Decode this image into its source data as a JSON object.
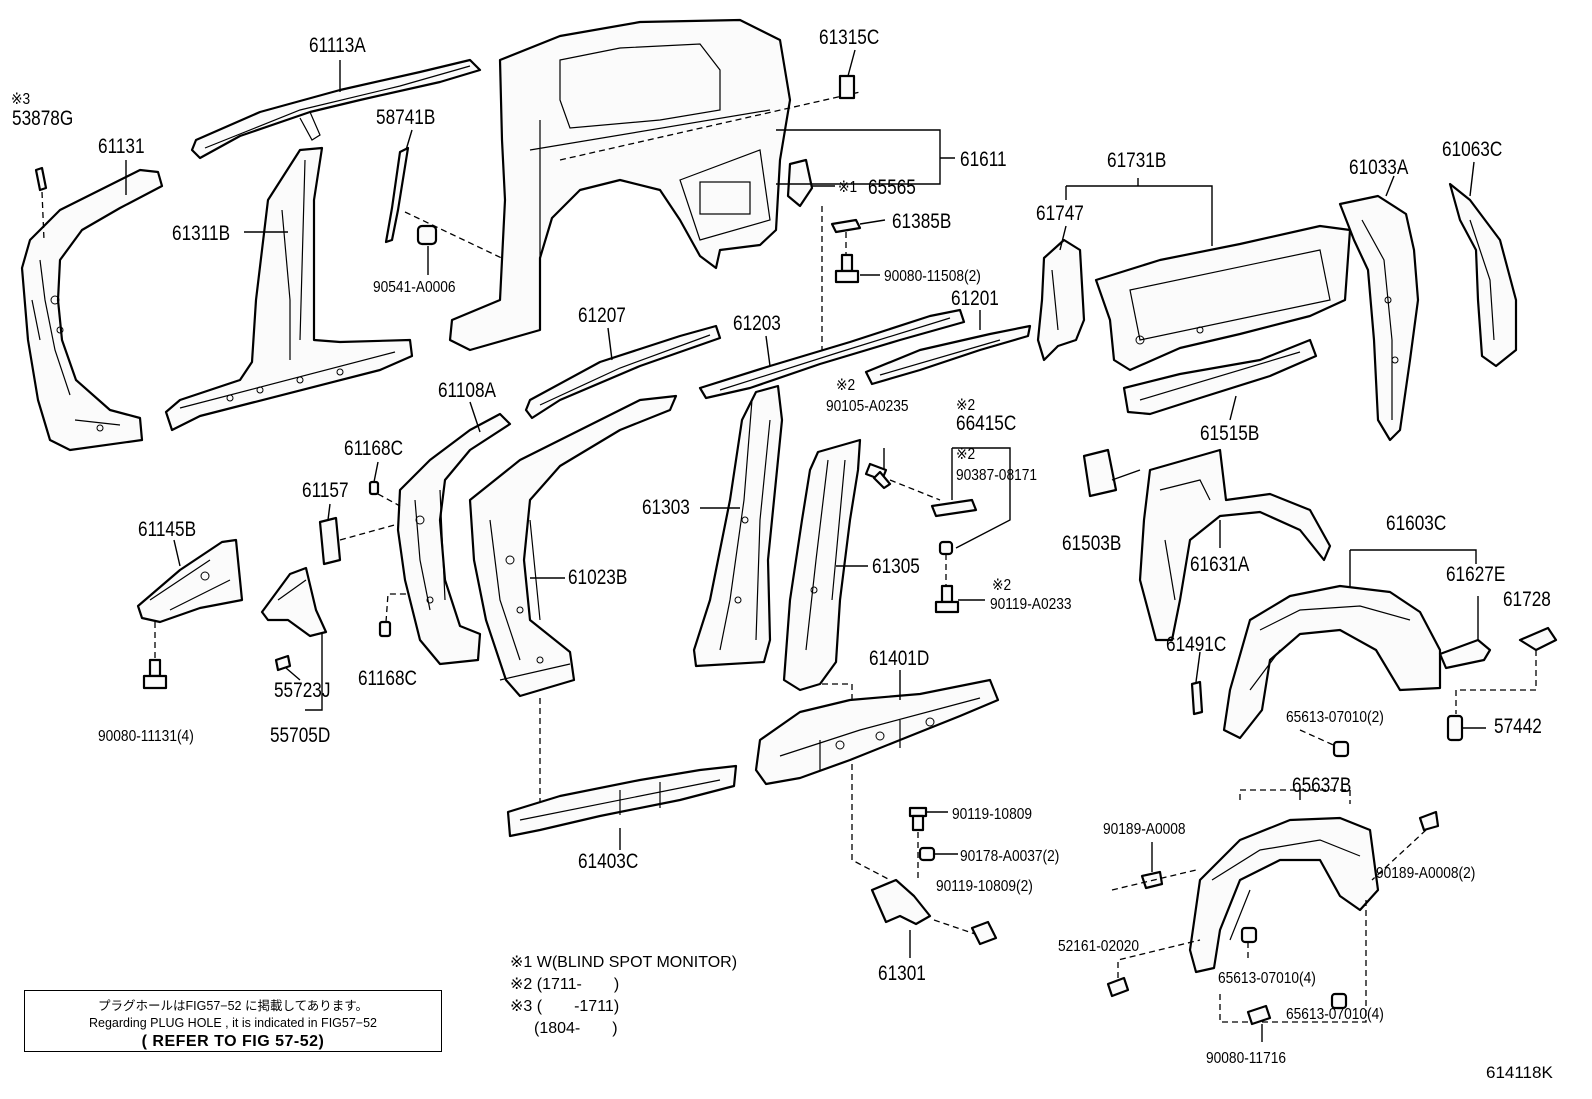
{
  "diagram": {
    "figure_id": "614118K",
    "parts": [
      {
        "id": "p61113A",
        "label": "61113A"
      },
      {
        "id": "p53878G",
        "label": "53878G",
        "mark": "※3"
      },
      {
        "id": "p61131",
        "label": "61131"
      },
      {
        "id": "p58741B",
        "label": "58741B"
      },
      {
        "id": "p61311B",
        "label": "61311B"
      },
      {
        "id": "p90541A0006",
        "label": "90541-A0006"
      },
      {
        "id": "p61315C",
        "label": "61315C"
      },
      {
        "id": "p61611",
        "label": "61611"
      },
      {
        "id": "p65565",
        "label": "65565",
        "mark": "※1"
      },
      {
        "id": "p61385B",
        "label": "61385B"
      },
      {
        "id": "p9008011508",
        "label": "90080-11508(2)"
      },
      {
        "id": "p61207",
        "label": "61207"
      },
      {
        "id": "p61203",
        "label": "61203"
      },
      {
        "id": "p61201",
        "label": "61201"
      },
      {
        "id": "p61108A",
        "label": "61108A"
      },
      {
        "id": "p90105A0235",
        "label": "90105-A0235",
        "mark": "※2"
      },
      {
        "id": "p66415C",
        "label": "66415C",
        "mark": "※2"
      },
      {
        "id": "p9038708171",
        "label": "90387-08171",
        "mark": "※2"
      },
      {
        "id": "p61168C_top",
        "label": "61168C"
      },
      {
        "id": "p61157",
        "label": "61157"
      },
      {
        "id": "p61145B",
        "label": "61145B"
      },
      {
        "id": "p61303",
        "label": "61303"
      },
      {
        "id": "p61023B",
        "label": "61023B"
      },
      {
        "id": "p61305",
        "label": "61305"
      },
      {
        "id": "p90119A0233",
        "label": "90119-A0233",
        "mark": "※2"
      },
      {
        "id": "p55723J",
        "label": "55723J"
      },
      {
        "id": "p61168C_bot",
        "label": "61168C"
      },
      {
        "id": "p9008011131",
        "label": "90080-11131(4)"
      },
      {
        "id": "p55705D",
        "label": "55705D"
      },
      {
        "id": "p61401D",
        "label": "61401D"
      },
      {
        "id": "p61403C",
        "label": "61403C"
      },
      {
        "id": "p9011910809",
        "label": "90119-10809"
      },
      {
        "id": "p90178A0037",
        "label": "90178-A0037(2)"
      },
      {
        "id": "p9011910809b",
        "label": "90119-10809(2)"
      },
      {
        "id": "p61301",
        "label": "61301"
      },
      {
        "id": "p61731B",
        "label": "61731B"
      },
      {
        "id": "p61747",
        "label": "61747"
      },
      {
        "id": "p61033A",
        "label": "61033A"
      },
      {
        "id": "p61063C",
        "label": "61063C"
      },
      {
        "id": "p61515B",
        "label": "61515B"
      },
      {
        "id": "p61503B",
        "label": "61503B"
      },
      {
        "id": "p61631A",
        "label": "61631A"
      },
      {
        "id": "p61603C",
        "label": "61603C"
      },
      {
        "id": "p61627E",
        "label": "61627E"
      },
      {
        "id": "p61728",
        "label": "61728"
      },
      {
        "id": "p61491C",
        "label": "61491C"
      },
      {
        "id": "p6561307010",
        "label": "65613-07010(2)"
      },
      {
        "id": "p57442",
        "label": "57442"
      },
      {
        "id": "p65637B",
        "label": "65637B"
      },
      {
        "id": "p90189A0008",
        "label": "90189-A0008"
      },
      {
        "id": "p90189A0008b",
        "label": "90189-A0008(2)"
      },
      {
        "id": "p5216102020",
        "label": "52161-02020"
      },
      {
        "id": "p6561307010b",
        "label": "65613-07010(4)"
      },
      {
        "id": "p6561307010c",
        "label": "65613-07010(4)"
      },
      {
        "id": "p9008011716",
        "label": "90080-11716"
      }
    ],
    "notes": [
      "※1 W(BLIND SPOT MONITOR)",
      "※2 (1711-　　)",
      "※3 (　　-1711)",
      "(1804-　　)"
    ],
    "reference_box": {
      "line1": "プラグホールはFIG57−52 に掲載してあります。",
      "line2": "Regarding PLUG HOLE , it is indicated in FIG57−52",
      "line3": "( REFER TO FIG 57-52)"
    }
  }
}
